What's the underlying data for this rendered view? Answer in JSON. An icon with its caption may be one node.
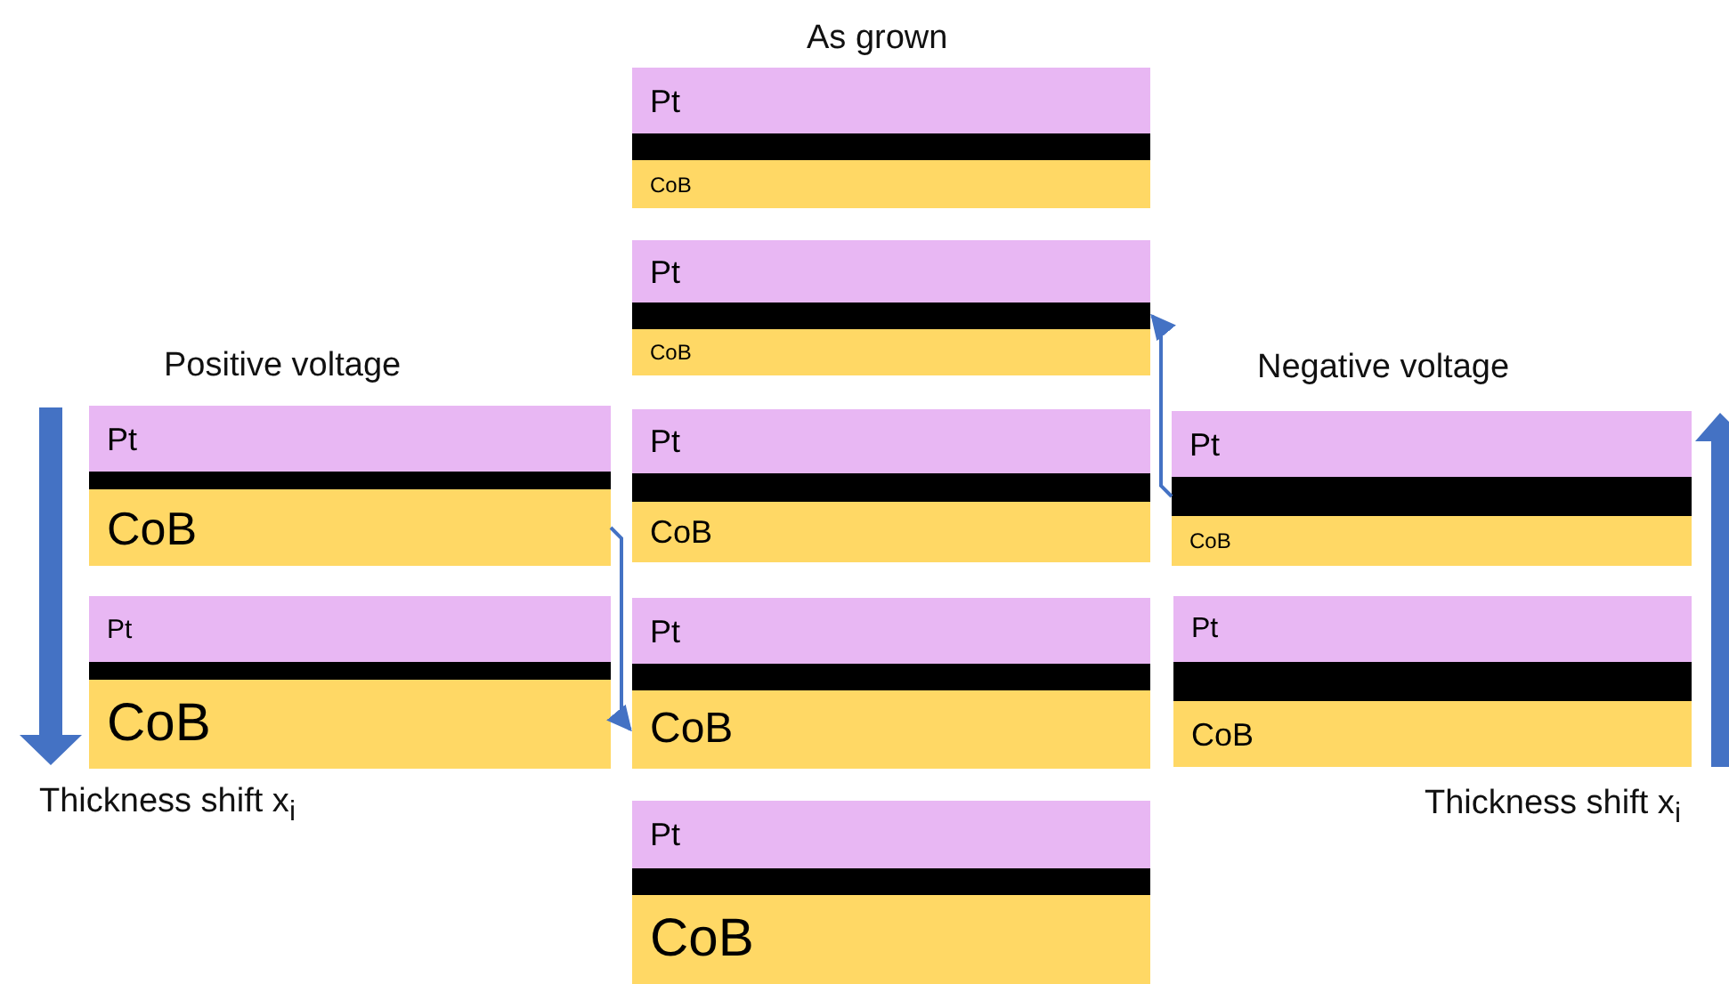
{
  "diagram": {
    "nodes": [
      {
        "text": [
          "Pt"
        ]
      },
      {
        "text": [],
        "shape": "bar"
      },
      {
        "text": [
          "CoB"
        ]
      },
      {
        "text": [
          "Pt"
        ]
      },
      {
        "text": [],
        "shape": "bar"
      },
      {
        "text": [
          "CoB"
        ]
      },
      {
        "text": [
          "Pt"
        ]
      },
      {
        "text": [],
        "shape": "bar"
      },
      {
        "text": [
          "CoB"
        ]
      },
      {
        "text": [
          "Pt"
        ]
      },
      {
        "text": [],
        "shape": "bar"
      },
      {
        "text": [
          "CoB"
        ]
      },
      {
        "text": [
          "Pt"
        ]
      },
      {
        "text": [],
        "shape": "bar"
      },
      {
        "text": [
          "CoB"
        ]
      },
      {
        "text": [
          "Pt"
        ]
      },
      {
        "text": [],
        "shape": "bar"
      },
      {
        "text": [
          "CoB"
        ]
      },
      {
        "text": [
          "Pt"
        ]
      },
      {
        "text": [],
        "shape": "bar"
      },
      {
        "text": [
          "CoB"
        ]
      },
      {
        "text": [
          "Pt"
        ]
      },
      {
        "text": [],
        "shape": "bar"
      },
      {
        "text": [
          "CoB"
        ]
      },
      {
        "text": [
          "Pt"
        ]
      },
      {
        "text": [],
        "shape": "bar"
      },
      {
        "text": [
          "CoB"
        ]
      }
    ],
    "edges": [
      {
        "from": 8,
        "to": 20,
        "arrow": "to"
      },
      {
        "from": 13,
        "to": 4,
        "arrow": "to"
      }
    ],
    "labels": [
      "As grown",
      "Positive voltage",
      "Negative voltage",
      "Thickness shift x$_{i}$",
      "Thickness shift x$_{i}$"
    ]
  }
}
